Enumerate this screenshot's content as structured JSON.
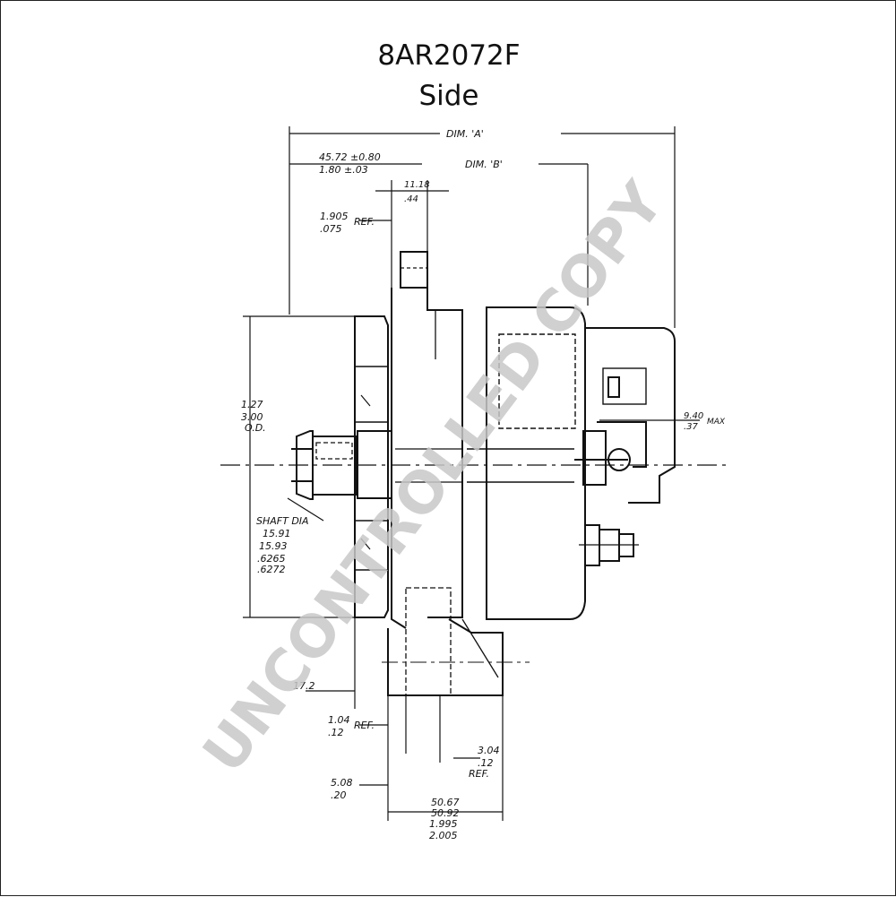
{
  "header": {
    "part_number": "8AR2072F",
    "view": "Side"
  },
  "watermark": "UNCONTROLLED COPY",
  "dimensions": {
    "dim_a": "DIM. 'A'",
    "dim_b": "DIM. 'B'",
    "top_left": [
      "45.72 ±0.80",
      "1.80 ±.03"
    ],
    "top_small": [
      "11.18",
      ".44"
    ],
    "ref_left": [
      "1.905",
      ".075",
      "REF."
    ],
    "left_height": [
      "1.27",
      "3.00",
      "O.D."
    ],
    "right_small": [
      "9.40",
      ".37",
      "MAX"
    ],
    "shaft": [
      "SHAFT DIA",
      "15.91",
      "15.93",
      ".6265",
      ".6272"
    ],
    "bottom_left": [
      "17.2"
    ],
    "ref_bottom1": [
      "1.04",
      ".12",
      "REF."
    ],
    "ref_bottom2": [
      "3.04",
      ".12",
      "REF."
    ],
    "bottom_508": [
      "5.08",
      ".20"
    ],
    "bottom_width": [
      "50.67",
      "50.92",
      "1.995",
      "2.005"
    ]
  },
  "colors": {
    "ink": "#111111",
    "watermark": "#c8c8c8"
  }
}
